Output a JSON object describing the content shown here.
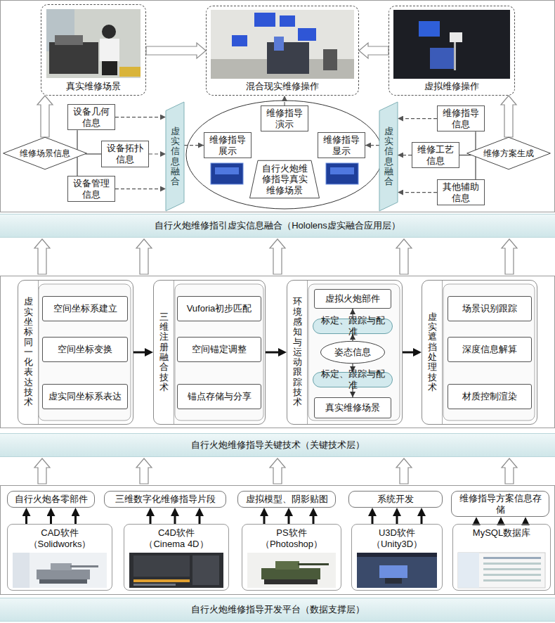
{
  "diagram": {
    "nodes": [
      {
        "text": [
          "自行火炮维修指引虚实信息融合（Hololens虚实融合应用层）"
        ]
      },
      {
        "text": [
          "真实维修场景"
        ],
        "in": 0
      },
      {
        "text": [
          "混合现实维修操作"
        ],
        "in": 0
      },
      {
        "text": [
          "虚拟维修操作"
        ],
        "in": 0
      },
      {
        "text": [
          "维修场景信息"
        ],
        "in": 0
      },
      {
        "text": [
          "设备几何信息"
        ],
        "in": 0
      },
      {
        "text": [
          "设备拓扑信息"
        ],
        "in": 0
      },
      {
        "text": [
          "设备管理信息"
        ],
        "in": 0
      },
      {
        "text": [
          "虚实信息融合"
        ],
        "in": 0
      },
      {
        "text": [
          "维修指导演示"
        ],
        "in": 0
      },
      {
        "text": [
          "维修指导展示"
        ],
        "in": 0
      },
      {
        "text": [
          "维修指导显示"
        ],
        "in": 0
      },
      {
        "text": [
          "自行火炮维修指导真实维修场景"
        ],
        "in": 0
      },
      {
        "text": [
          "虚实信息融合"
        ],
        "in": 0
      },
      {
        "text": [
          "维修指导信息"
        ],
        "in": 0
      },
      {
        "text": [
          "维修工艺信息"
        ],
        "in": 0
      },
      {
        "text": [
          "其他辅助信息"
        ],
        "in": 0
      },
      {
        "text": [
          "维修方案生成"
        ],
        "in": 0
      },
      {
        "text": [
          "自行火炮维修指导关键技术（关键技术层）"
        ]
      },
      {
        "text": [
          "虚实坐标同一化表达技术"
        ],
        "in": 18
      },
      {
        "text": [
          "空间坐标系建立"
        ],
        "in": 19
      },
      {
        "text": [
          "空间坐标变换"
        ],
        "in": 19
      },
      {
        "text": [
          "虚实同坐标系表达"
        ],
        "in": 19
      },
      {
        "text": [
          "三维注册融合技术"
        ],
        "in": 18
      },
      {
        "text": [
          "Vuforia初步匹配"
        ],
        "in": 23
      },
      {
        "text": [
          "空间锚定调整"
        ],
        "in": 23
      },
      {
        "text": [
          "锚点存储与分享"
        ],
        "in": 23
      },
      {
        "text": [
          "环境感知与运动跟踪技术"
        ],
        "in": 18
      },
      {
        "text": [
          "虚拟火炮部件"
        ],
        "in": 27
      },
      {
        "text": [
          "标定、跟踪与配准"
        ],
        "in": 27
      },
      {
        "text": [
          "姿态信息"
        ],
        "in": 27
      },
      {
        "text": [
          "标定、跟踪与配准"
        ],
        "in": 27
      },
      {
        "text": [
          "真实维修场景"
        ],
        "in": 27
      },
      {
        "text": [
          "虚实遮挡处理技术"
        ],
        "in": 18
      },
      {
        "text": [
          "场景识别跟踪"
        ],
        "in": 33
      },
      {
        "text": [
          "深度信息解算"
        ],
        "in": 33
      },
      {
        "text": [
          "材质控制渲染"
        ],
        "in": 33
      },
      {
        "text": [
          "自行火炮维修指导开发平台（数据支撑层）"
        ]
      },
      {
        "text": [
          "自行火炮各零部件"
        ],
        "in": 37
      },
      {
        "text": [
          "三维数字化维修指导片段"
        ],
        "in": 37
      },
      {
        "text": [
          "虚拟模型、阴影贴图"
        ],
        "in": 37
      },
      {
        "text": [
          "系统开发"
        ],
        "in": 37
      },
      {
        "text": [
          "维修指导方案信息存储"
        ],
        "in": 37
      },
      {
        "text": [
          "CAD软件 （Solidworks）"
        ],
        "in": 37
      },
      {
        "text": [
          "C4D软件 （Cinema 4D）"
        ],
        "in": 37
      },
      {
        "text": [
          "PS软件 （Photoshop）"
        ],
        "in": 37
      },
      {
        "text": [
          "U3D软件 （Unity3D）"
        ],
        "in": 37
      },
      {
        "text": [
          "MySQL数据库"
        ],
        "in": 37
      }
    ],
    "edges": [
      {
        "from": 1,
        "to": 2,
        "arrow": "to"
      },
      {
        "from": 3,
        "to": 2,
        "arrow": "to"
      },
      {
        "from": 4,
        "to": 1,
        "arrow": "to"
      },
      {
        "from": 17,
        "to": 3,
        "arrow": "to"
      },
      {
        "from": 4,
        "to": 5,
        "arrow": "none"
      },
      {
        "from": 4,
        "to": 6,
        "arrow": "none"
      },
      {
        "from": 4,
        "to": 7,
        "arrow": "none"
      },
      {
        "from": 17,
        "to": 14,
        "arrow": "none"
      },
      {
        "from": 17,
        "to": 15,
        "arrow": "none"
      },
      {
        "from": 17,
        "to": 16,
        "arrow": "none"
      },
      {
        "from": 5,
        "to": 8,
        "arrow": "to"
      },
      {
        "from": 6,
        "to": 8,
        "arrow": "to"
      },
      {
        "from": 7,
        "to": 8,
        "arrow": "to"
      },
      {
        "from": 14,
        "to": 13,
        "arrow": "to"
      },
      {
        "from": 15,
        "to": 13,
        "arrow": "to"
      },
      {
        "from": 16,
        "to": 13,
        "arrow": "to"
      },
      {
        "from": 8,
        "to": 10,
        "arrow": "to"
      },
      {
        "from": 13,
        "to": 11,
        "arrow": "to"
      },
      {
        "from": 9,
        "to": 2,
        "arrow": "to"
      },
      {
        "from": 18,
        "to": 0,
        "arrow": "to"
      },
      {
        "from": 18,
        "to": 0,
        "arrow": "to"
      },
      {
        "from": 18,
        "to": 0,
        "arrow": "to"
      },
      {
        "from": 18,
        "to": 0,
        "arrow": "to"
      },
      {
        "from": 18,
        "to": 0,
        "arrow": "to"
      },
      {
        "from": 19,
        "to": 23,
        "arrow": "to"
      },
      {
        "from": 23,
        "to": 27,
        "arrow": "to"
      },
      {
        "from": 27,
        "to": 33,
        "arrow": "to"
      },
      {
        "from": 29,
        "to": 28,
        "arrow": "to"
      },
      {
        "from": 30,
        "to": 29,
        "arrow": "to"
      },
      {
        "from": 30,
        "to": 31,
        "arrow": "to"
      },
      {
        "from": 31,
        "to": 32,
        "arrow": "to"
      },
      {
        "from": 37,
        "to": 18,
        "arrow": "to"
      },
      {
        "from": 37,
        "to": 18,
        "arrow": "to"
      },
      {
        "from": 37,
        "to": 18,
        "arrow": "to"
      },
      {
        "from": 37,
        "to": 18,
        "arrow": "to"
      },
      {
        "from": 37,
        "to": 18,
        "arrow": "to"
      },
      {
        "from": 43,
        "to": 38,
        "arrow": "to"
      },
      {
        "from": 43,
        "to": 38,
        "arrow": "to"
      },
      {
        "from": 43,
        "to": 38,
        "arrow": "to"
      },
      {
        "from": 44,
        "to": 39,
        "arrow": "to"
      },
      {
        "from": 44,
        "to": 39,
        "arrow": "to"
      },
      {
        "from": 44,
        "to": 39,
        "arrow": "to"
      },
      {
        "from": 45,
        "to": 40,
        "arrow": "to"
      },
      {
        "from": 45,
        "to": 40,
        "arrow": "to"
      },
      {
        "from": 45,
        "to": 40,
        "arrow": "to"
      },
      {
        "from": 46,
        "to": 41,
        "arrow": "to"
      },
      {
        "from": 46,
        "to": 41,
        "arrow": "to"
      },
      {
        "from": 46,
        "to": 41,
        "arrow": "to"
      },
      {
        "from": 47,
        "to": 42,
        "arrow": "to"
      },
      {
        "from": 47,
        "to": 42,
        "arrow": "to"
      },
      {
        "from": 47,
        "to": 42,
        "arrow": "to"
      }
    ]
  }
}
